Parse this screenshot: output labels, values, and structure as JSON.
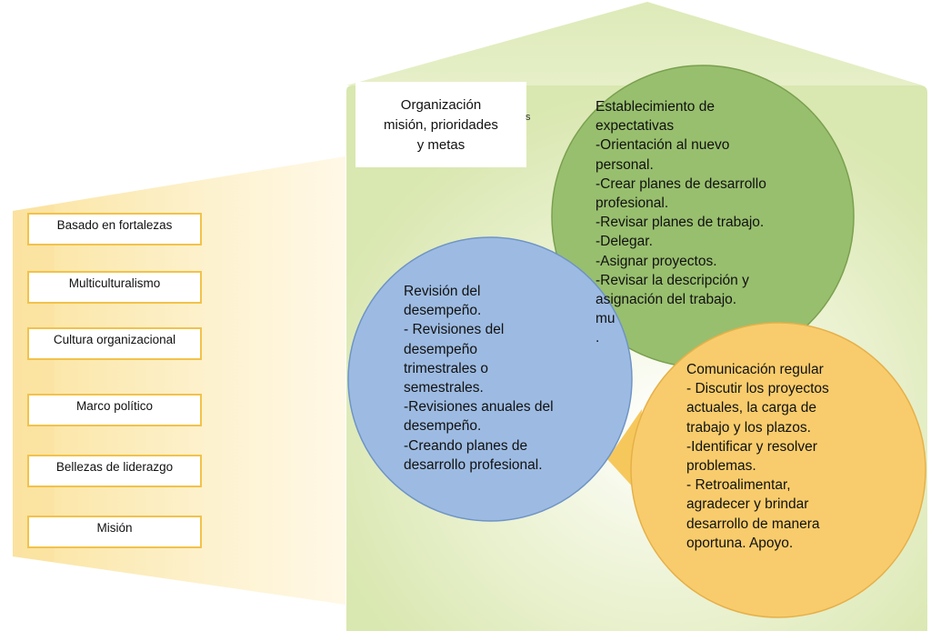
{
  "diagram": {
    "title_box": "Organización\nmisión, prioridades\ny metas",
    "stray_mark": "s",
    "left_items": [
      {
        "label": "Basado en fortalezas"
      },
      {
        "label": "Multiculturalismo"
      },
      {
        "label": "Cultura organizacional"
      },
      {
        "label": "Marco político"
      },
      {
        "label": "Bellezas de liderazgo"
      },
      {
        "label": "Misión"
      }
    ],
    "circles": {
      "expectations": "Establecimiento de\nexpectativas\n-Orientación al nuevo\npersonal.\n-Crear planes de desarrollo\nprofesional.\n-Revisar planes de trabajo.\n-Delegar.\n-Asignar proyectos.\n-Revisar la descripción y\nasignación del trabajo.\nmu\n.",
      "performance": "Revisión del\ndesempeño.\n- Revisiones del\ndesempeño\ntrimestrales o\nsemestrales.\n-Revisiones anuales del\ndesempeño.\n-Creando planes de\ndesarrollo profesional.",
      "communication": "Comunicación regular\n- Discutir los proyectos\nactuales, la carga de\ntrabajo y los plazos.\n-Identificar y resolver\nproblemas.\n- Retroalimentar,\nagradecer y brindar\ndesarrollo de manera\noportuna. Apoyo."
    },
    "colors": {
      "house": "#e1ecbf",
      "pennant": "#fbe9a8",
      "circle_blue": "#9dbbe2",
      "circle_green": "#98bf6e",
      "circle_orange": "#f8cc6c"
    }
  }
}
